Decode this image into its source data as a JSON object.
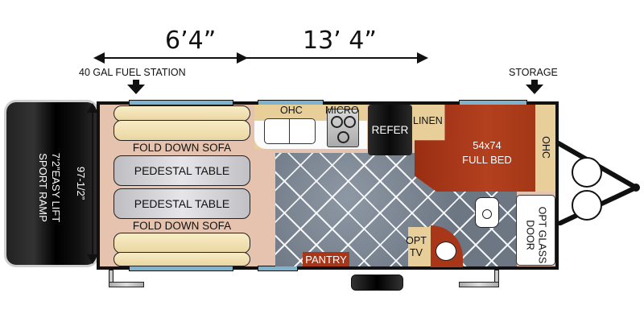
{
  "dimensions": {
    "front_section": "6’4”",
    "rear_section": "13’ 4”",
    "width": "97-1/2”"
  },
  "callouts": {
    "fuel_station": "40 GAL FUEL STATION",
    "storage": "STORAGE"
  },
  "ramp": {
    "line1": "7’2”EASY LIFT",
    "line2": "SPORT RAMP"
  },
  "garage": {
    "sofa_top": "FOLD DOWN SOFA",
    "table_top": "PEDESTAL TABLE",
    "table_bottom": "PEDESTAL TABLE",
    "sofa_bottom": "FOLD DOWN SOFA"
  },
  "kitchen": {
    "ohc": "OHC",
    "micro": "MICRO",
    "refer": "REFER",
    "linen": "LINEN",
    "pantry": "PANTRY"
  },
  "bedroom": {
    "bed_size": "54x74",
    "bed_type": "FULL BED",
    "ohc": "OHC"
  },
  "bath": {
    "opt_tv_line1": "OPT",
    "opt_tv_line2": "TV",
    "shower_door_line1": "OPT GLASS",
    "shower_door_line2": "DOOR"
  },
  "colors": {
    "bed": "#a8371a",
    "window": "#7fb2cc",
    "cushion": "#f3e4b8",
    "floor_garage": "#e6c3ae",
    "counter": "#e8cf9a"
  }
}
